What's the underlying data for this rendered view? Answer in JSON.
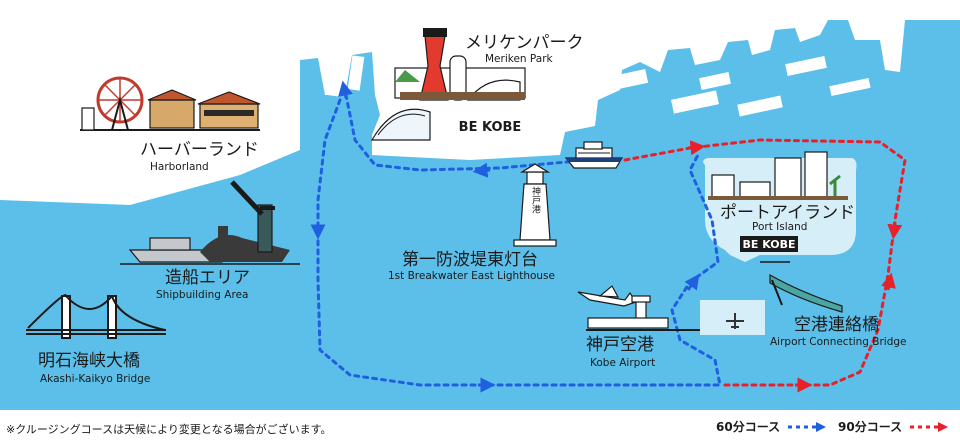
{
  "places": {
    "meriken": {
      "jp": "メリケンパーク",
      "en": "Meriken Park",
      "sign": "BE KOBE"
    },
    "harborland": {
      "jp": "ハーバーランド",
      "en": "Harborland"
    },
    "shipbuilding": {
      "jp": "造船エリア",
      "en": "Shipbuilding Area"
    },
    "akashi": {
      "jp": "明石海峡大橋",
      "en": "Akashi-Kaikyo Bridge"
    },
    "lighthouse": {
      "jp": "第一防波堤東灯台",
      "en": "1st Breakwater East Lighthouse",
      "sign": "神戸港"
    },
    "port_island": {
      "jp": "ポートアイランド",
      "en": "Port Island",
      "sign": "BE KOBE"
    },
    "airport": {
      "jp": "神戸空港",
      "en": "Kobe Airport"
    },
    "airport_bridge": {
      "jp": "空港連絡橋",
      "en": "Airport Connecting Bridge"
    }
  },
  "routes": [
    {
      "label": "60分コース",
      "color": "#1f5fe0"
    },
    {
      "label": "90分コース",
      "color": "#e8202a"
    }
  ],
  "note": "※クルージングコースは天候により変更となる場合がございます。",
  "colors": {
    "sea": "#5bbfea",
    "land": "#ffffff",
    "island_pad": "#d6eef8"
  }
}
